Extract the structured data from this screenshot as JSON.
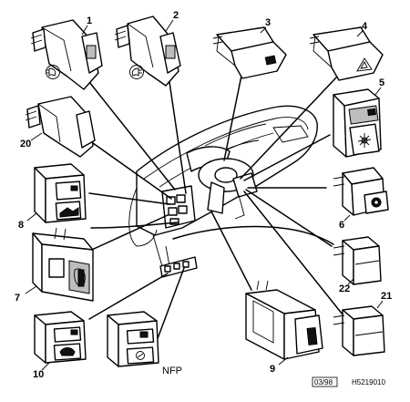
{
  "callouts": {
    "c1": "1",
    "c2": "2",
    "c3": "3",
    "c4": "4",
    "c5": "5",
    "c6": "6",
    "c7": "7",
    "c8": "8",
    "c9": "9",
    "c10": "10",
    "c20": "20",
    "c21": "21",
    "c22": "22"
  },
  "nfp_label": "NFP",
  "footer": {
    "date_code": "03/98",
    "ref_code": "H5219010"
  },
  "icons": {
    "front_fog": "front-fog-light-symbol",
    "rear_fog": "rear-fog-light-symbol",
    "hazard": "hazard-warning-triangle"
  }
}
